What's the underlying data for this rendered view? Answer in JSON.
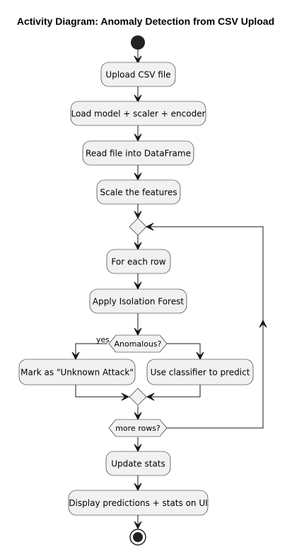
{
  "title": "Activity Diagram: Anomaly Detection from CSV Upload",
  "actions": {
    "upload": "Upload CSV file",
    "load_model": "Load model + scaler + encoder",
    "read_file": "Read file into DataFrame",
    "scale": "Scale the features",
    "for_each": "For each row",
    "isolation_forest": "Apply Isolation Forest",
    "mark_unknown": "Mark as \"Unknown Attack\"",
    "use_classifier": "Use classifier to predict",
    "update_stats": "Update stats",
    "display": "Display predictions + stats on UI"
  },
  "decisions": {
    "anomalous": "Anomalous?",
    "more_rows": "more rows?"
  },
  "branch_labels": {
    "yes": "yes"
  },
  "colors": {
    "node_fill": "#f1f1f1",
    "node_stroke": "#181818",
    "node_start_end": "#222222"
  }
}
